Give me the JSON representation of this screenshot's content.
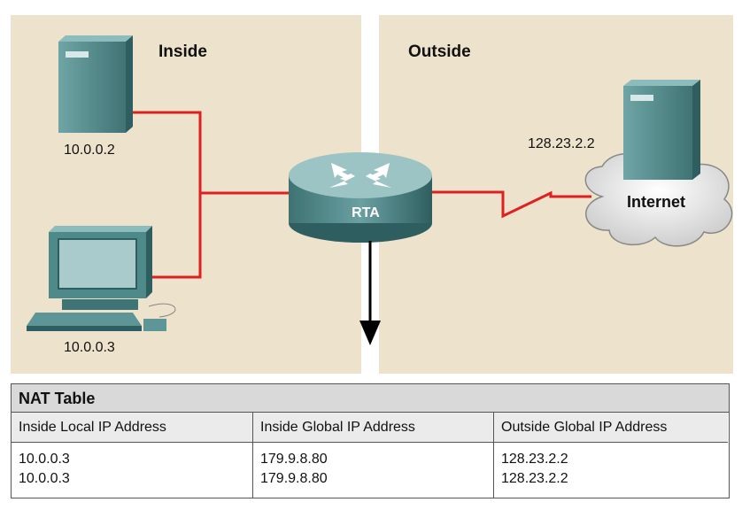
{
  "zones": {
    "inside_label": "Inside",
    "outside_label": "Outside"
  },
  "devices": {
    "server_inside_ip": "10.0.0.2",
    "pc_inside_ip": "10.0.0.3",
    "router_label": "RTA",
    "server_outside_ip": "128.23.2.2",
    "cloud_label": "Internet"
  },
  "colors": {
    "link": "#e02020",
    "panel": "#ede2cc",
    "device_teal": "#4f8a8b"
  },
  "nat_table": {
    "title": "NAT Table",
    "columns": [
      "Inside Local IP Address",
      "Inside Global IP Address",
      "Outside Global IP Address"
    ],
    "rows": [
      [
        "10.0.0.3",
        "179.9.8.80",
        "128.23.2.2"
      ],
      [
        "10.0.0.3",
        "179.9.8.80",
        "128.23.2.2"
      ]
    ]
  }
}
